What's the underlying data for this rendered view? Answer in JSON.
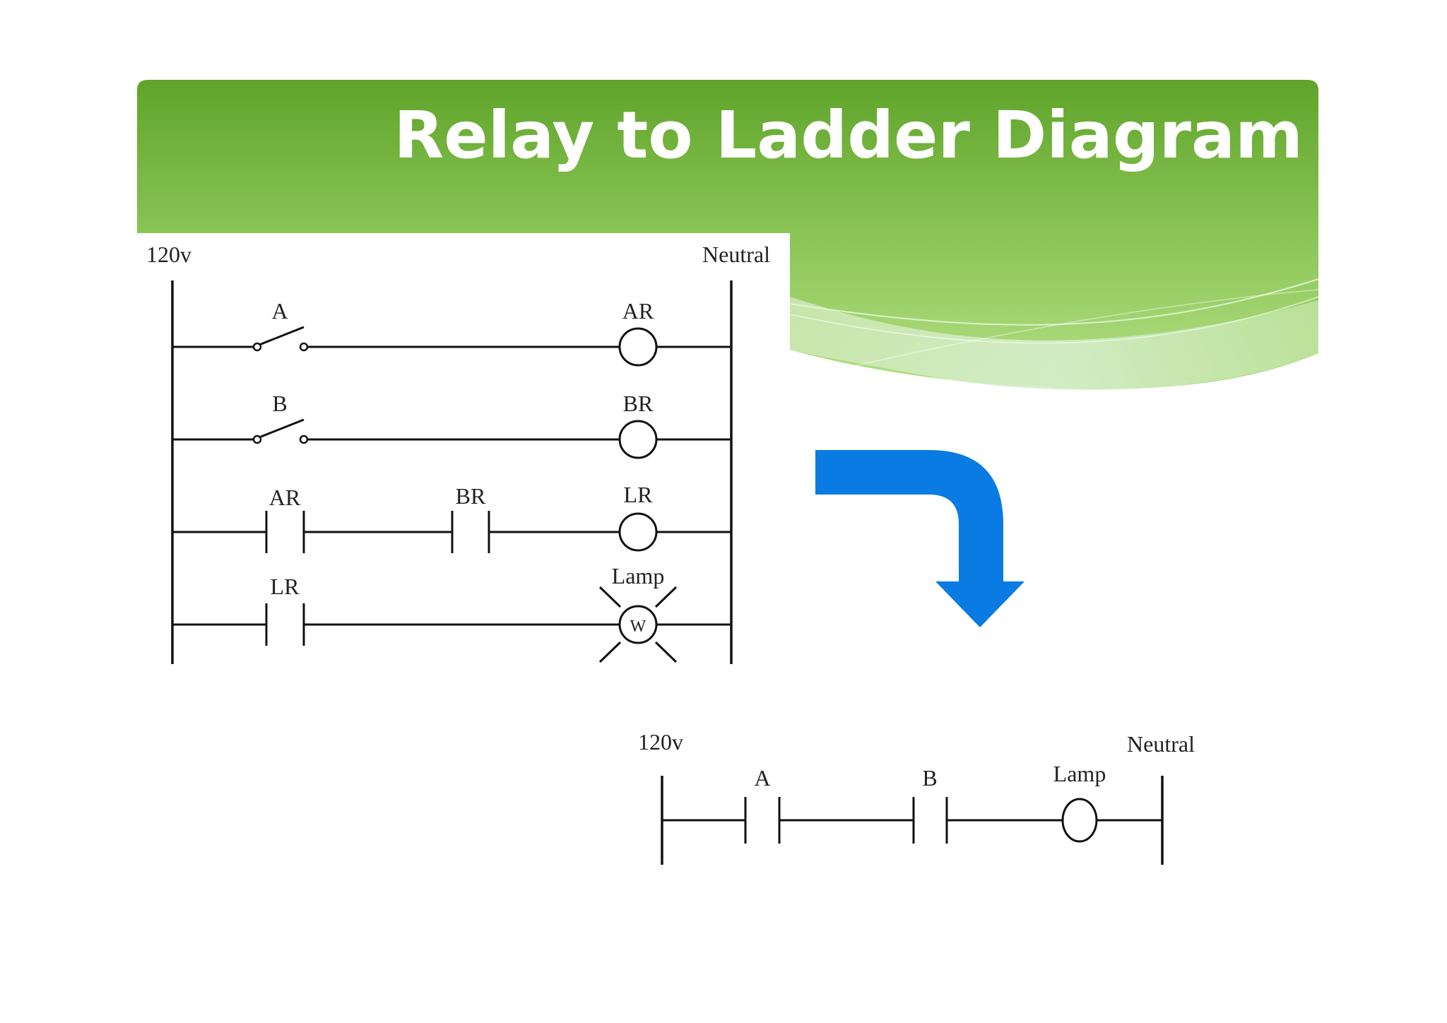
{
  "slide": {
    "title": "Relay to Ladder Diagram"
  },
  "colors": {
    "banner_dark": "#5fa42a",
    "banner_light": "#a6d671",
    "arrow": "#0a7be3"
  },
  "relay_diagram": {
    "supply_label": "120v",
    "neutral_label": "Neutral",
    "rungs": [
      {
        "input_label": "A",
        "coil_label": "AR"
      },
      {
        "input_label": "B",
        "coil_label": "BR"
      },
      {
        "input_labels": [
          "AR",
          "BR"
        ],
        "coil_label": "LR"
      },
      {
        "input_label": "LR",
        "lamp_label": "Lamp",
        "lamp_symbol": "W"
      }
    ]
  },
  "ladder_diagram": {
    "supply_label": "120v",
    "neutral_label": "Neutral",
    "contact_a_label": "A",
    "contact_b_label": "B",
    "coil_label": "Lamp"
  },
  "arrow_icon": "curved-down-arrow-icon"
}
